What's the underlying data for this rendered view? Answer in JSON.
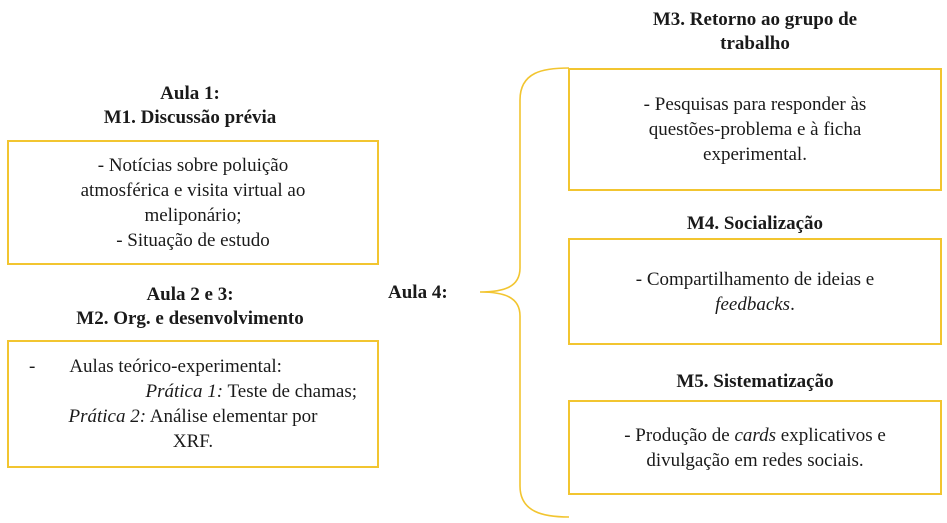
{
  "colors": {
    "box_border": "#F2C530",
    "text": "#1a1a1a"
  },
  "left": {
    "m1": {
      "heading_line1": "Aula 1:",
      "heading_line2": "M1. Discussão prévia",
      "lines": [
        "- Notícias sobre poluição",
        "atmosférica e visita virtual ao",
        "meliponário;",
        "- Situação de estudo"
      ]
    },
    "m2": {
      "heading_line1": "Aula 2 e 3:",
      "heading_line2": "M2. Org. e desenvolvimento",
      "line1_dash": "-",
      "line1_text": "Aulas teórico-experimental:",
      "line2_italic": "Prática 1:",
      "line2_text": " Teste de chamas;",
      "line3_italic": "Prática 2:",
      "line3_text": " Análise elementar por",
      "line4": "XRF."
    }
  },
  "center": {
    "label": "Aula 4:"
  },
  "right": {
    "m3": {
      "heading_line1": "M3. Retorno ao grupo de",
      "heading_line2": "trabalho",
      "lines": [
        "- Pesquisas para responder às",
        "questões-problema e à ficha",
        "experimental."
      ]
    },
    "m4": {
      "heading": "M4. Socialização",
      "line1": "- Compartilhamento de ideias e",
      "line2_italic": "feedbacks",
      "line2_tail": "."
    },
    "m5": {
      "heading": "M5. Sistematização",
      "line1_pre": "- Produção de ",
      "line1_italic": "cards",
      "line1_post": " explicativos e",
      "line2": "divulgação em redes sociais."
    }
  }
}
